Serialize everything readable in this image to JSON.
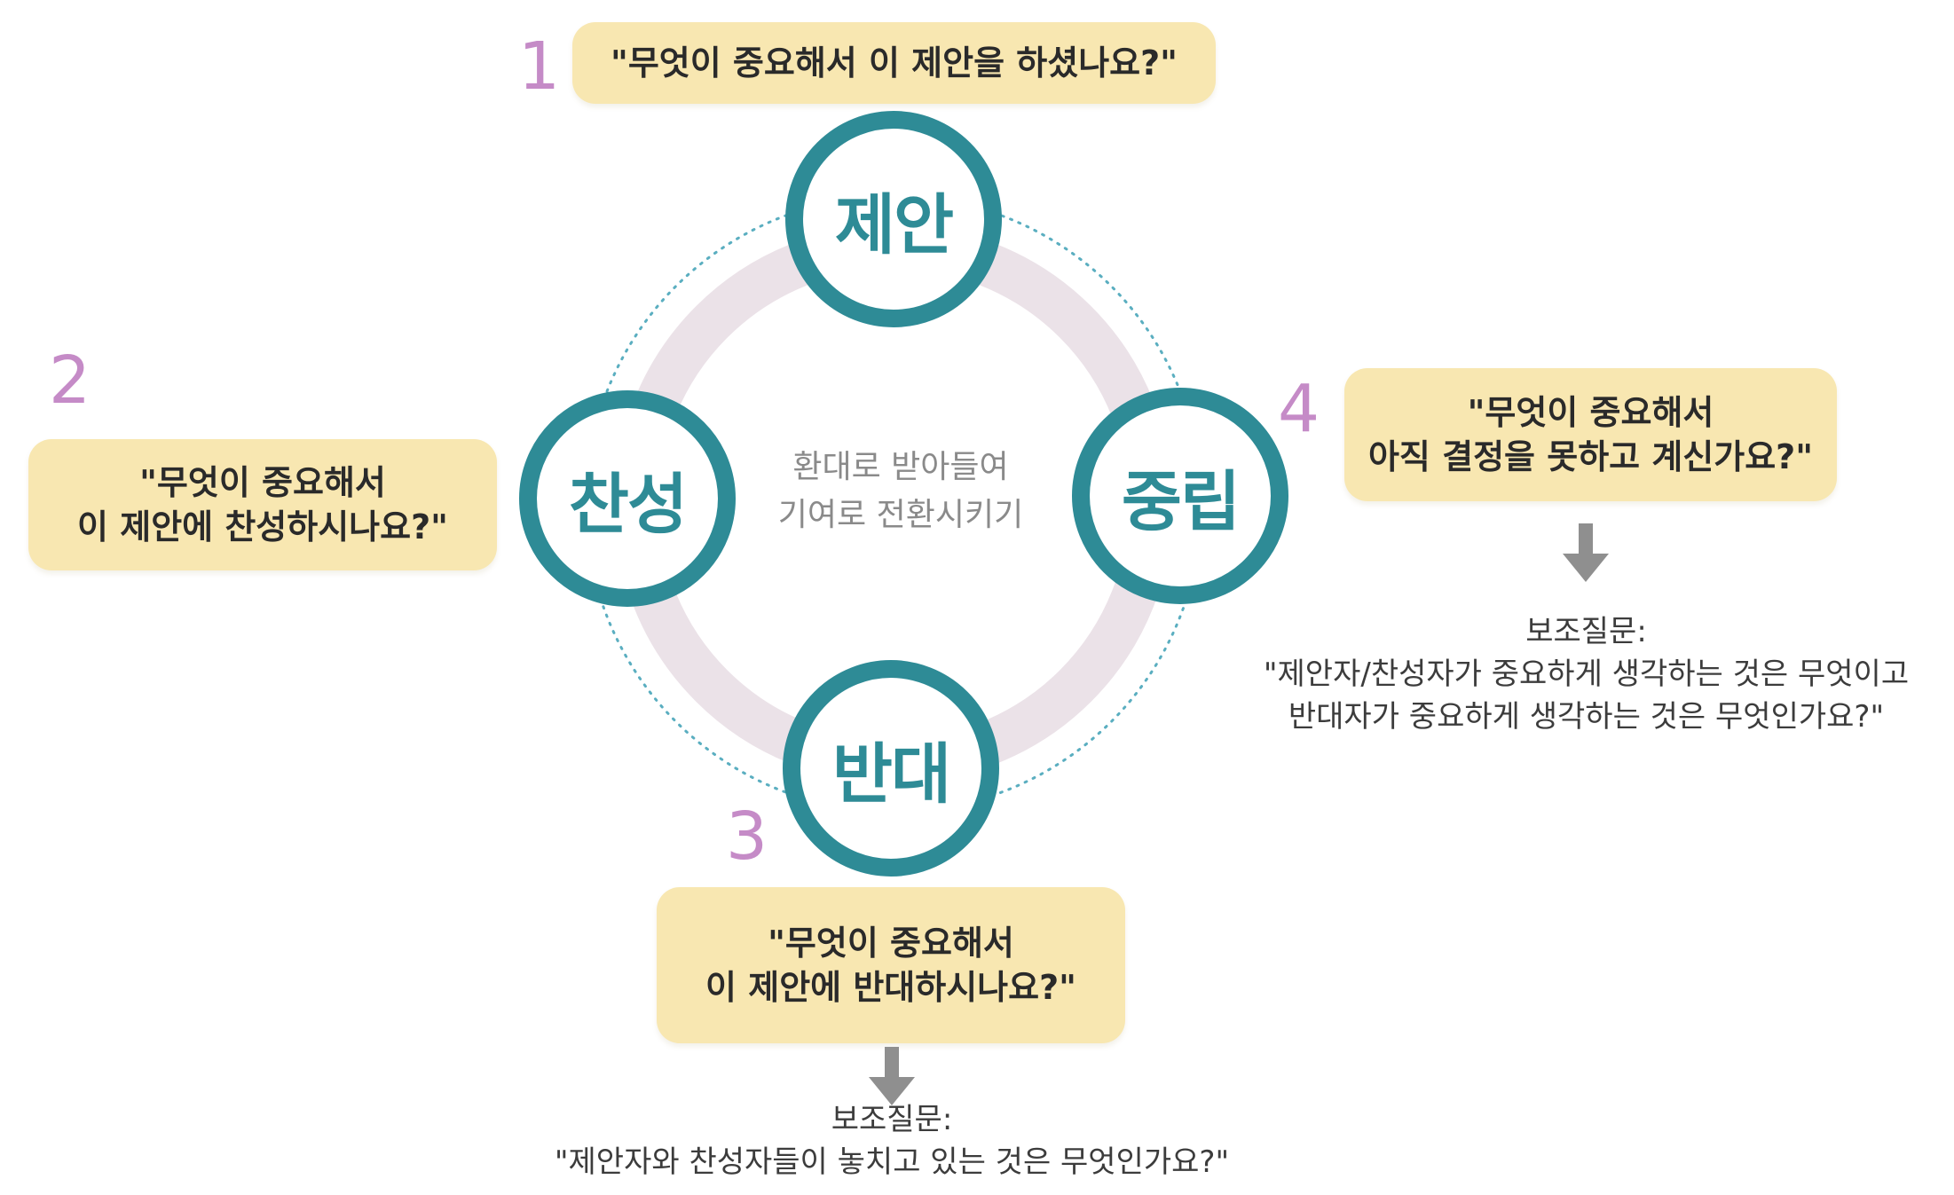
{
  "numbers": [
    "1",
    "2",
    "3",
    "4"
  ],
  "nodes": {
    "proposal": "제안",
    "support": "찬성",
    "neutral": "중립",
    "oppose": "반대"
  },
  "center": {
    "line1": "환대로 받아들여",
    "line2": "기여로 전환시키기"
  },
  "questions": {
    "q1": {
      "line1": "\"무엇이 중요해서 이 제안을 하셨나요?\""
    },
    "q2": {
      "line1": "\"무엇이 중요해서",
      "line2": "이 제안에 찬성하시나요?\""
    },
    "q3": {
      "line1": "\"무엇이 중요해서",
      "line2": "이 제안에 반대하시나요?\""
    },
    "q4": {
      "line1": "\"무엇이 중요해서",
      "line2": "아직 결정을 못하고 계신가요?\""
    }
  },
  "sub_questions": {
    "neutral": {
      "label": "보조질문:",
      "line1": "\"제안자/찬성자가 중요하게 생각하는 것은 무엇이고",
      "line2": "반대자가 중요하게 생각하는 것은 무엇인가요?\""
    },
    "oppose": {
      "label": "보조질문:",
      "line1": "\"제안자와 찬성자들이 놓치고 있는 것은 무엇인가요?\""
    }
  },
  "colors": {
    "teal": "#2e8b96",
    "ring": "#ebe2e8",
    "box": "#f8e7b1",
    "number": "#c58bc7",
    "arrow": "#8f8f8f"
  }
}
